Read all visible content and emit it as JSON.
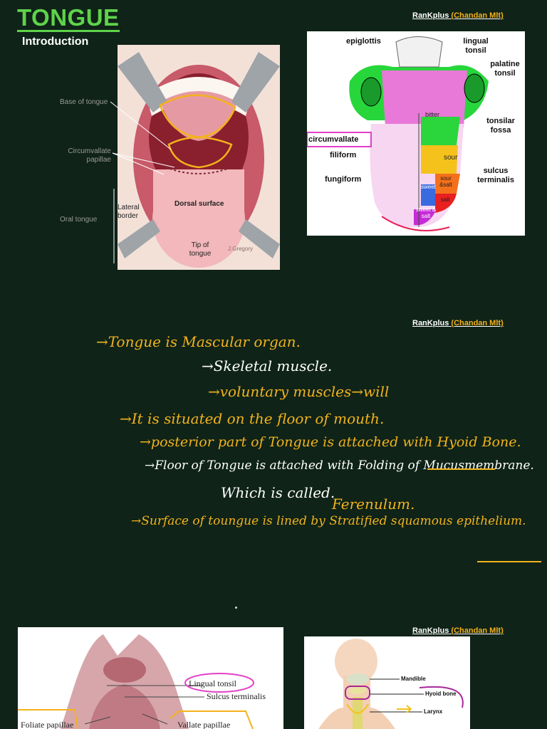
{
  "header": {
    "title": "TONGUE",
    "subtitle": "Introduction"
  },
  "credit": {
    "brand": "RanKplus",
    "author": "(Chandan Mlt)"
  },
  "fig1": {
    "labels": {
      "base": "Base of tongue",
      "circ": "Circumvallate papillae",
      "lateral": "Lateral border",
      "oral": "Oral tongue",
      "dorsal": "Dorsal surface",
      "tip": "Tip of tongue",
      "sig": "J.Gregory"
    }
  },
  "fig2": {
    "labels": {
      "epiglottis": "epiglottis",
      "lingual_tonsil": "lingual tonsil",
      "palatine_tonsil": "palatine tonsil",
      "tonsilar_fossa": "tonsilar fossa",
      "circumvallate": "circumvallate",
      "filiform": "filiform",
      "fungiform": "fungiform",
      "sulcus": "sulcus terminalis",
      "bitter": "bitter",
      "sour": "sour",
      "sour_salt": "sour &salt",
      "sweet": "sweet",
      "salt": "salt",
      "sweet_salt": "sweet & salt"
    }
  },
  "notes": [
    "→Tongue is Mascular organ.",
    "→Skeletal muscle.",
    "→voluntary muscles→will",
    "→It is situated on the floor of mouth.",
    "→posterior part of Tongue is attached with Hyoid Bone.",
    "→Floor of Tongue is attached with Folding of Mucusmembrane.",
    "Which is called.",
    "Ferenulum.",
    "→Surface of toungue is lined by Stratified squamous epithelium."
  ],
  "fig3": {
    "labels": {
      "lingual": "Lingual tonsil",
      "sulcus": "Sulcus terminalis",
      "foliate": "Foliate papillae",
      "vallate": "Vallate papillae"
    }
  },
  "fig4": {
    "labels": {
      "mandible": "Mandible",
      "hyoid": "Hyoid bone",
      "larynx": "Larynx"
    }
  }
}
